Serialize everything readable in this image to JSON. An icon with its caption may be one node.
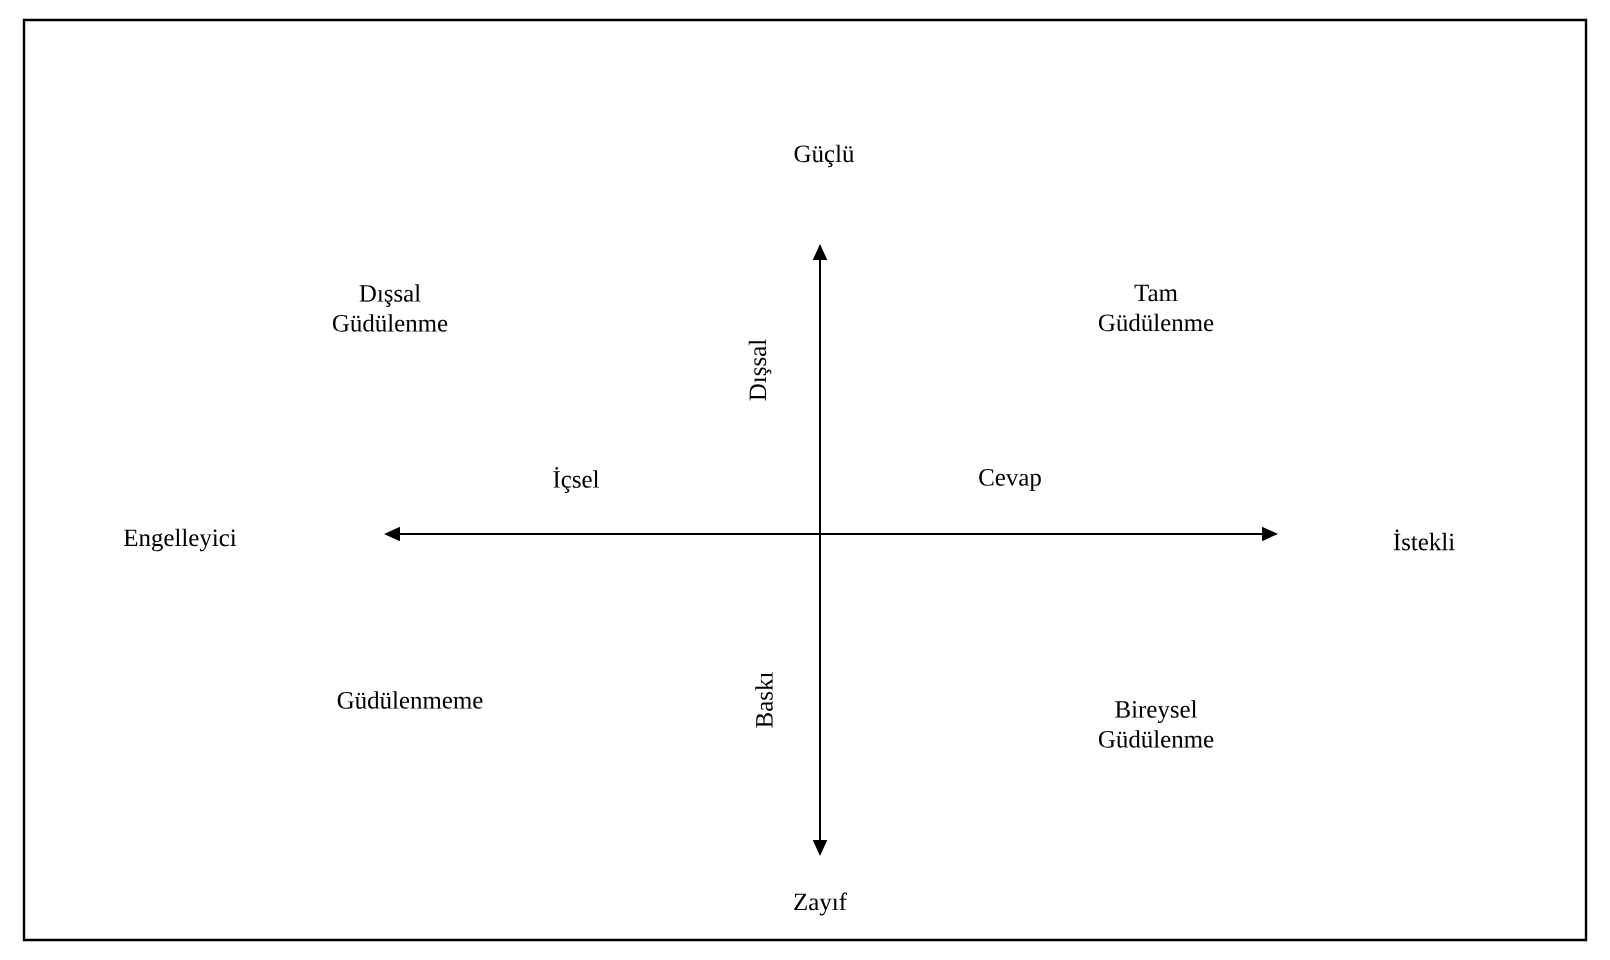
{
  "diagram": {
    "labels": [
      "Güçlü",
      "Dışsal Güdülenme",
      "Tam Güdülenme",
      "Dışsal",
      "İçsel",
      "Cevap",
      "Engelleyici",
      "İstekli",
      "Güdülenmeme",
      "Baskı",
      "Bireysel Güdülenme",
      "Zayıf"
    ]
  }
}
